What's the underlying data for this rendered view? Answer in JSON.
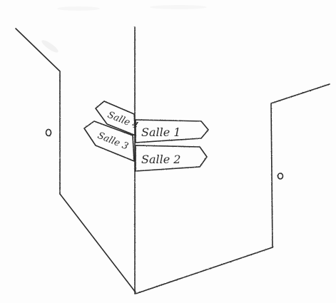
{
  "scene": {
    "type": "hand-drawn sketch",
    "subject": "corridor corner with wall-mounted direction signs and two doors",
    "ink_color": "#2a2a2a",
    "paper_color": "#fdfdfd"
  },
  "signs": {
    "left_top": "Salle 4",
    "left_bottom": "Salle 3",
    "right_top": "Salle 1",
    "right_bottom": "Salle 2"
  },
  "icons": {
    "left_door_knob": "door-knob-icon",
    "right_door_knob": "door-knob-icon"
  }
}
